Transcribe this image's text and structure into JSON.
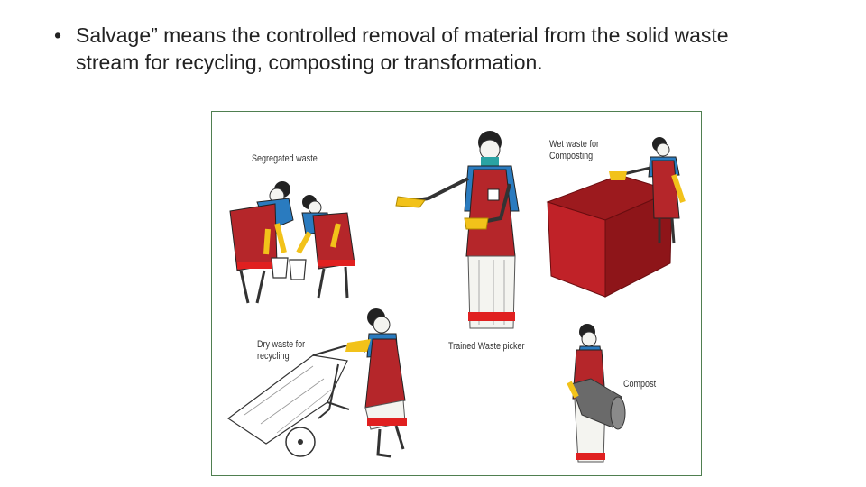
{
  "slide": {
    "bullet_glyph": "•",
    "bullet_text": "Salvage” means the controlled removal of material from the solid waste stream for recycling, composting or transformation."
  },
  "illustration": {
    "labels": {
      "segregated_waste": "Segregated waste",
      "wet_waste": "Wet waste for\nComposting",
      "dry_waste": "Dry waste for\nrecycling",
      "trained_picker": "Trained Waste picker",
      "compost": "Compost"
    },
    "colors": {
      "apron_red": "#b5262a",
      "blouse_blue": "#2a7bbf",
      "glove_yellow": "#f2c21a",
      "skin": "#f4f4f0",
      "bin_red": "#b01e22",
      "border_green": "#4f7f50"
    }
  }
}
